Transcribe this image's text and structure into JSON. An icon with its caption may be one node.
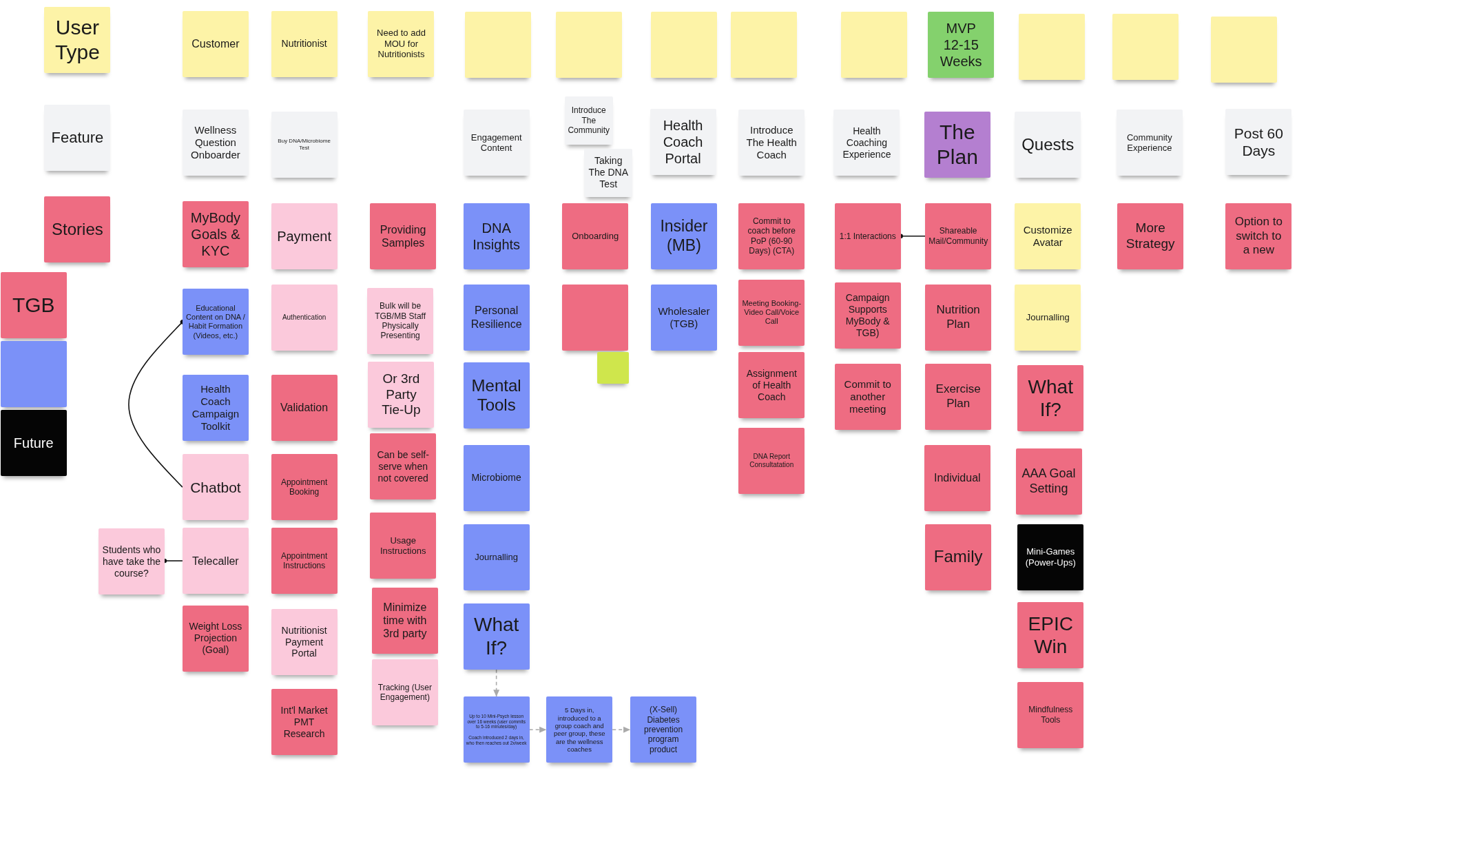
{
  "diagram": {
    "nodes": [
      {
        "text": [
          "User Type"
        ]
      },
      {
        "text": [
          "Customer"
        ]
      },
      {
        "text": [
          "Nutritionist"
        ]
      },
      {
        "text": [
          "Need to add MOU for Nutritionists"
        ]
      },
      {
        "text": [],
        "shape": "box"
      },
      {
        "text": [],
        "shape": "box"
      },
      {
        "text": [],
        "shape": "box"
      },
      {
        "text": [],
        "shape": "box"
      },
      {
        "text": [],
        "shape": "box"
      },
      {
        "text": [
          "MVP 12-15 Weeks"
        ]
      },
      {
        "text": [],
        "shape": "box"
      },
      {
        "text": [],
        "shape": "box"
      },
      {
        "text": [],
        "shape": "box"
      },
      {
        "text": [
          "Feature"
        ]
      },
      {
        "text": [
          "Wellness Question Onboarder"
        ]
      },
      {
        "text": [
          "Buy DNA/Microbiome Test"
        ]
      },
      {
        "text": [
          "Engagement Content"
        ]
      },
      {
        "text": [
          "Introduce The Community"
        ]
      },
      {
        "text": [
          "Taking The DNA Test"
        ]
      },
      {
        "text": [
          "Health Coach Portal"
        ]
      },
      {
        "text": [
          "Introduce The Health Coach"
        ]
      },
      {
        "text": [
          "Health Coaching Experience"
        ]
      },
      {
        "text": [
          "The Plan"
        ]
      },
      {
        "text": [
          "Quests"
        ]
      },
      {
        "text": [
          "Community Experience"
        ]
      },
      {
        "text": [
          "Post 60 Days"
        ]
      },
      {
        "text": [
          "Stories"
        ]
      },
      {
        "text": [
          "MyBody Goals & KYC"
        ]
      },
      {
        "text": [
          "Payment"
        ]
      },
      {
        "text": [
          "Providing Samples"
        ]
      },
      {
        "text": [
          "DNA Insights"
        ]
      },
      {
        "text": [
          "Onboarding"
        ]
      },
      {
        "text": [
          "Insider (MB)"
        ]
      },
      {
        "text": [
          "Commit to coach before PoP (60-90 Days) (CTA)"
        ]
      },
      {
        "text": [
          "1:1 Interactions"
        ]
      },
      {
        "text": [
          "Shareable Mail/Community"
        ]
      },
      {
        "text": [
          "Customize Avatar"
        ]
      },
      {
        "text": [
          "More Strategy"
        ]
      },
      {
        "text": [
          "Option to switch to a new"
        ]
      },
      {
        "text": [
          "TGB"
        ]
      },
      {
        "text": [],
        "shape": "box"
      },
      {
        "text": [
          "Future"
        ]
      },
      {
        "text": [
          "Educational Content on DNA / Habit Formation (Videos, etc.)"
        ]
      },
      {
        "text": [
          "Authentication"
        ]
      },
      {
        "text": [
          "Bulk will be TGB/MB Staff Physically Presenting"
        ]
      },
      {
        "text": [
          "Personal Resilience"
        ]
      },
      {
        "text": [],
        "shape": "box"
      },
      {
        "text": [],
        "shape": "box"
      },
      {
        "text": [
          "Wholesaler (TGB)"
        ]
      },
      {
        "text": [
          "Meeting Booking-Video Call/Voice Call"
        ]
      },
      {
        "text": [
          "Campaign Supports MyBody & TGB)"
        ]
      },
      {
        "text": [
          "Nutrition Plan"
        ]
      },
      {
        "text": [
          "Journalling"
        ]
      },
      {
        "text": [
          "Health Coach Campaign Toolkit"
        ]
      },
      {
        "text": [
          "Validation"
        ]
      },
      {
        "text": [
          "Or 3rd Party Tie-Up"
        ]
      },
      {
        "text": [
          "Mental Tools"
        ]
      },
      {
        "text": [
          "Assignment of Health Coach"
        ]
      },
      {
        "text": [
          "Commit to another meeting"
        ]
      },
      {
        "text": [
          "Exercise Plan"
        ]
      },
      {
        "text": [
          "What If?"
        ]
      },
      {
        "text": [
          "Chatbot"
        ]
      },
      {
        "text": [
          "Appointment Booking"
        ]
      },
      {
        "text": [
          "Can be self-serve when not covered"
        ]
      },
      {
        "text": [
          "Microbiome"
        ]
      },
      {
        "text": [
          "DNA Report Consultatation"
        ]
      },
      {
        "text": [
          "Individual"
        ]
      },
      {
        "text": [
          "AAA Goal Setting"
        ]
      },
      {
        "text": [
          "Students who have take the course?"
        ]
      },
      {
        "text": [
          "Telecaller"
        ]
      },
      {
        "text": [
          "Appointment Instructions"
        ]
      },
      {
        "text": [
          "Usage Instructions"
        ]
      },
      {
        "text": [
          "Journalling"
        ]
      },
      {
        "text": [
          "Family"
        ]
      },
      {
        "text": [
          "Mini-Games (Power-Ups)"
        ]
      },
      {
        "text": [
          "Weight Loss Projection (Goal)"
        ]
      },
      {
        "text": [
          "Nutritionist Payment Portal"
        ]
      },
      {
        "text": [
          "Minimize time with 3rd party"
        ]
      },
      {
        "text": [
          "What If?"
        ]
      },
      {
        "text": [
          "EPIC Win"
        ]
      },
      {
        "text": [
          "Int'l Market PMT Research"
        ]
      },
      {
        "text": [
          "Tracking (User Engagement)"
        ]
      },
      {
        "text": [
          "Up to 10 Mini-Psych lesson over 16 weeks (user commits to 5-16 minutes/day)",
          "Coach introduced 2 days in, who then reaches out 2x/week"
        ]
      },
      {
        "text": [
          "5 Days in, introduced to a group coach and peer group, these are the wellness coaches"
        ]
      },
      {
        "text": [
          "(X-Sell) Diabetes prevention program product"
        ]
      },
      {
        "text": [
          "Mindfulness Tools"
        ]
      }
    ],
    "edges": [
      {
        "from": 61,
        "to": 42,
        "arrow": "other"
      },
      {
        "from": 69,
        "to": 68,
        "arrow": "other"
      },
      {
        "from": 35,
        "to": 34,
        "arrow": "other"
      },
      {
        "from": 78,
        "to": 82,
        "arrow": "to",
        "style": "dashed",
        "color": "#aaaaaa"
      },
      {
        "from": 82,
        "to": 83,
        "arrow": "to",
        "style": "dashed",
        "color": "#aaaaaa"
      },
      {
        "from": 83,
        "to": 84,
        "arrow": "to",
        "style": "dashed",
        "color": "#aaaaaa"
      }
    ]
  }
}
